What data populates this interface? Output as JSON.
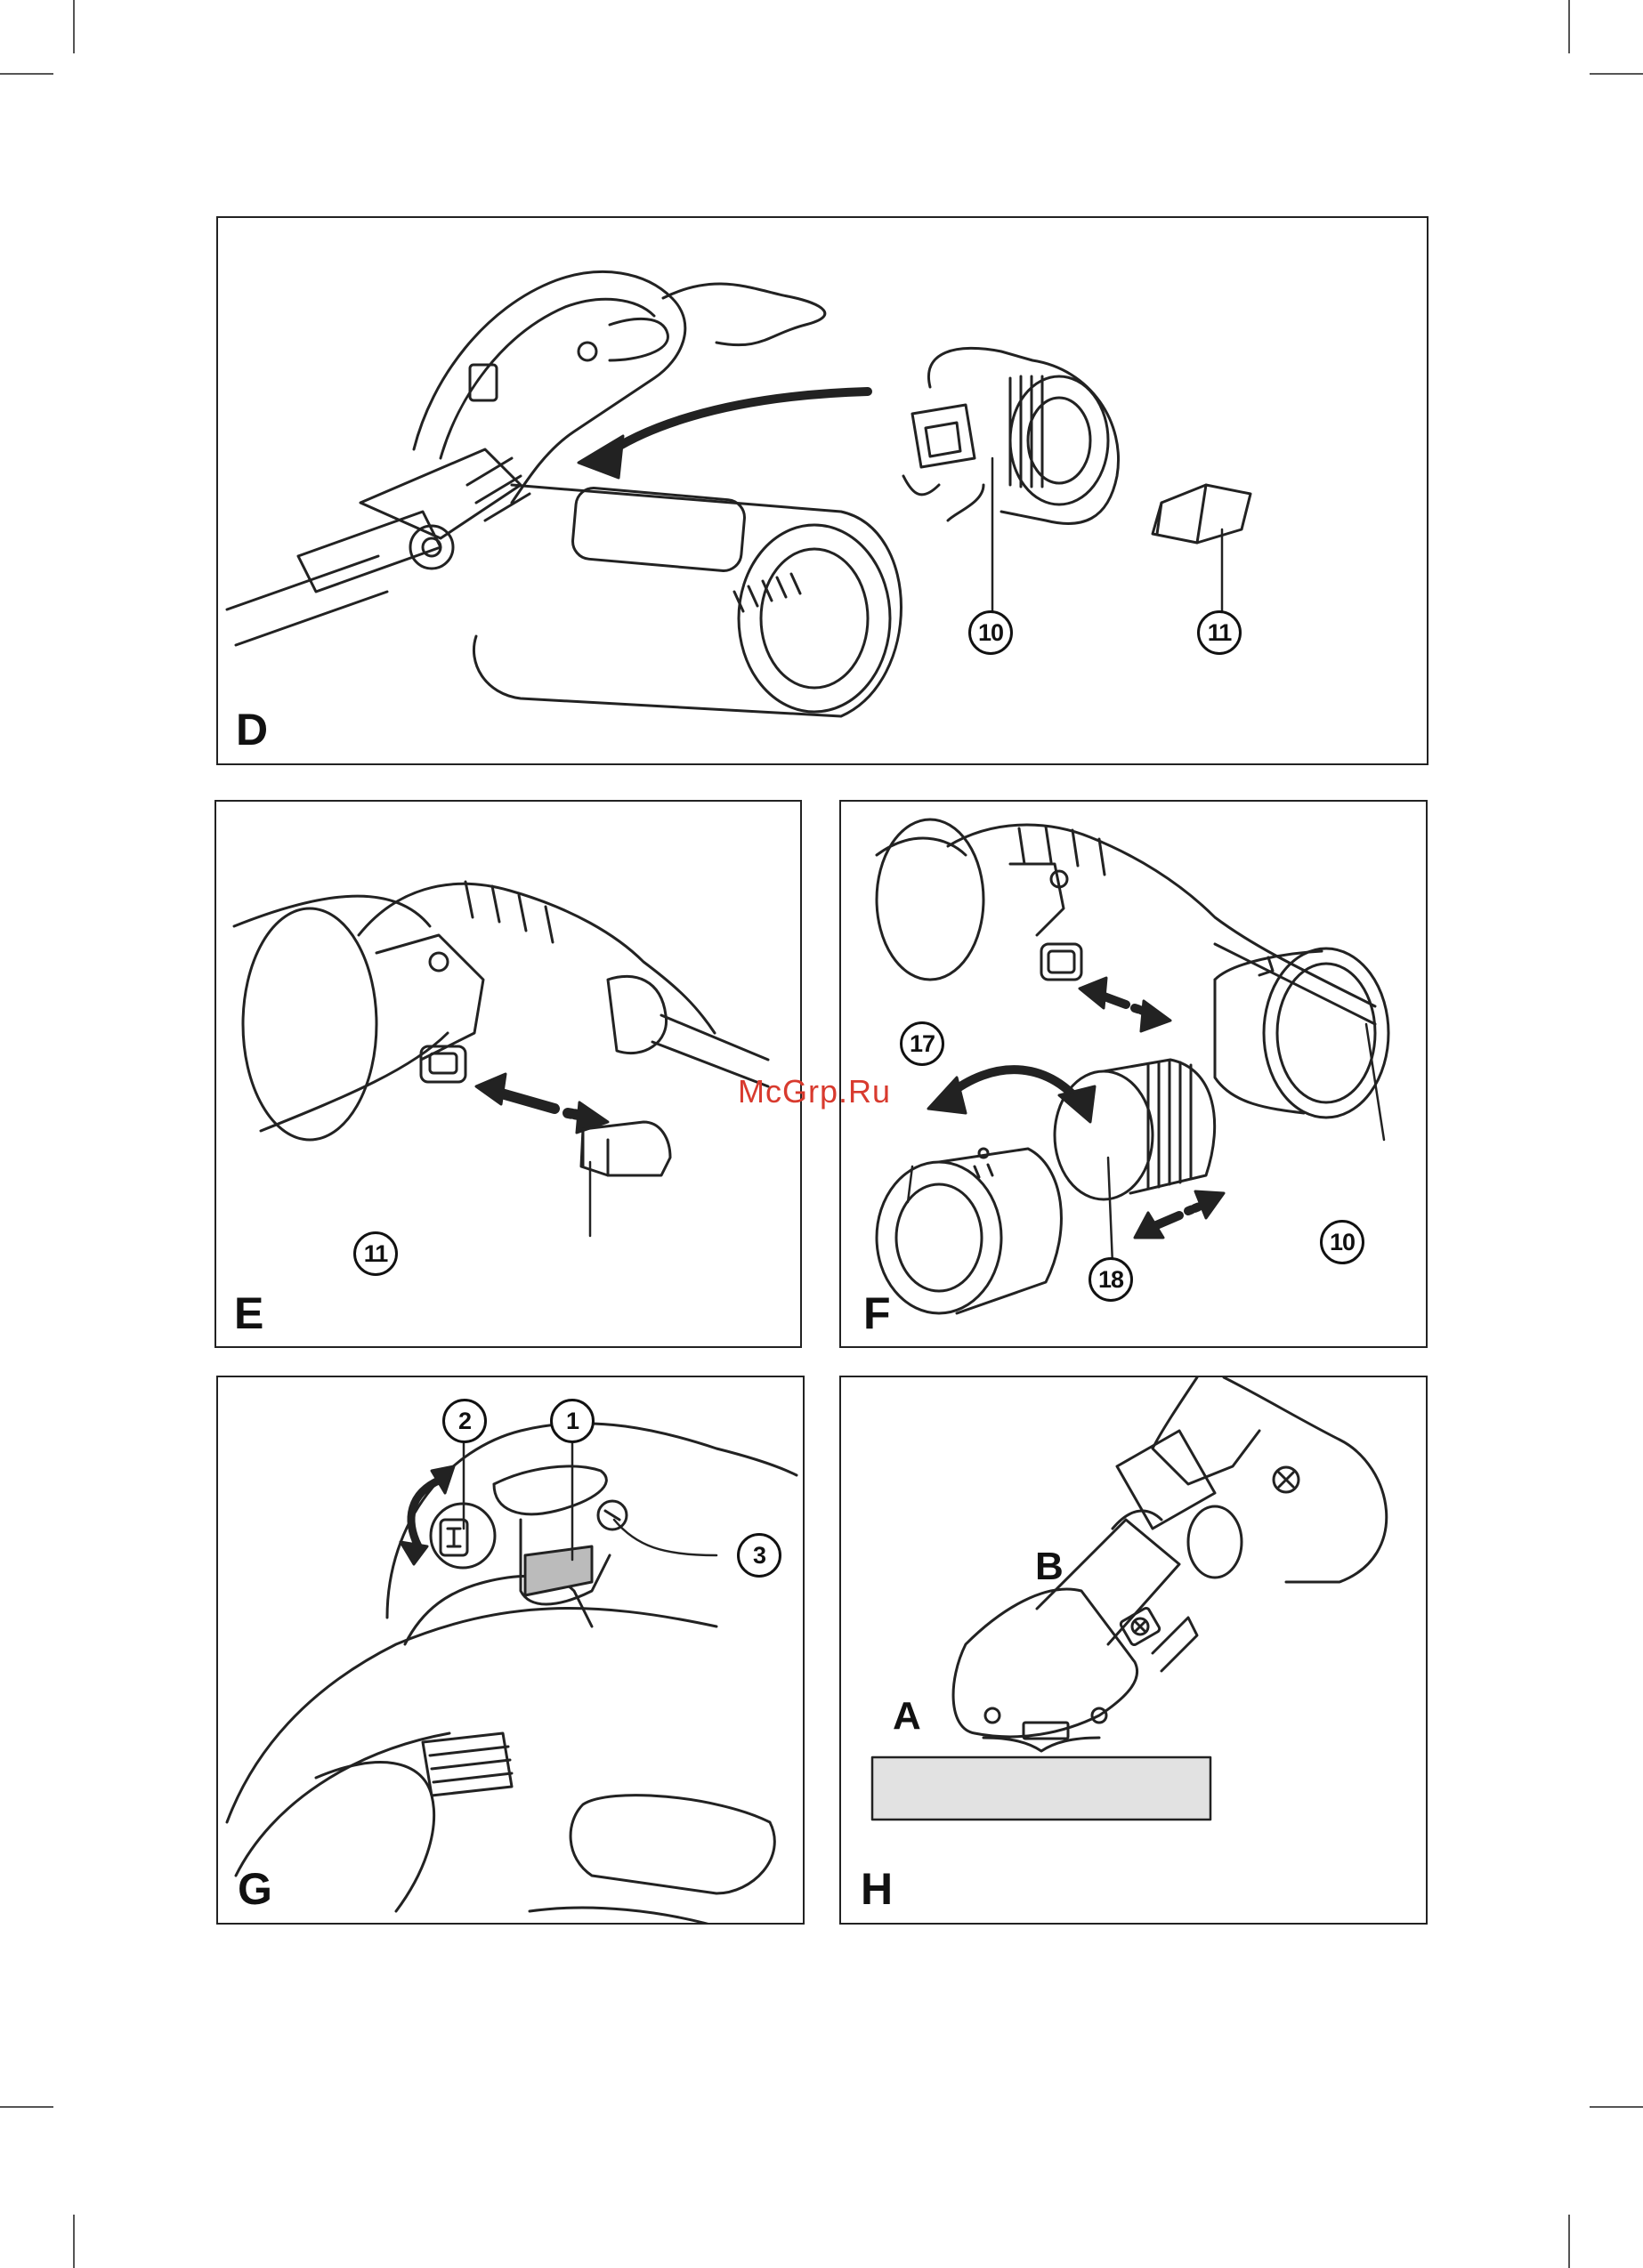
{
  "panels": {
    "D": {
      "letter": "D",
      "callouts": [
        "10",
        "11"
      ]
    },
    "E": {
      "letter": "E",
      "callouts": [
        "11"
      ]
    },
    "F": {
      "letter": "F",
      "callouts": [
        "17",
        "10",
        "18"
      ]
    },
    "G": {
      "letter": "G",
      "callouts": [
        "2",
        "1",
        "3"
      ]
    },
    "H": {
      "letter": "H",
      "labels": [
        "B",
        "A"
      ]
    }
  },
  "watermark": "McGrp.Ru",
  "colors": {
    "line": "#222222",
    "watermark": "#d83a2e",
    "floor": "#e2e2e2"
  }
}
